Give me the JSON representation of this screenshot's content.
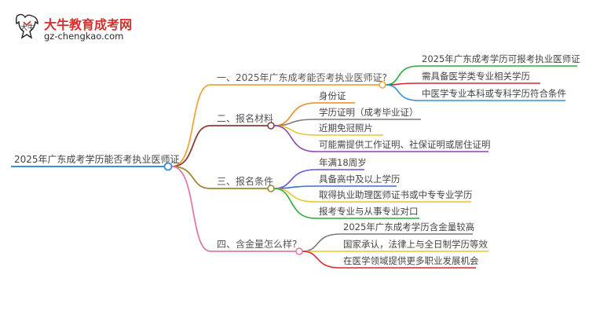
{
  "logo": {
    "title": "大牛教育成考网",
    "url": "gz-chengkao.com",
    "mark": "大牛"
  },
  "root": {
    "label": "2025年广东成考学历能否考执业医师证"
  },
  "branches": [
    {
      "label": "一、2025年广东成考能否考执业医师证?",
      "color": "#f0a53a",
      "leaves": [
        {
          "label": "2025年广东成考学历可报考执业医师证",
          "color": "#2eaa3c"
        },
        {
          "label": "需具备医学类专业相关学历",
          "color": "#d9262b"
        },
        {
          "label": "中医学专业本科或专科学历符合条件",
          "color": "#3a8fd6"
        }
      ]
    },
    {
      "label": "二、报名材料",
      "color": "#8b3b33",
      "leaves": [
        {
          "label": "身份证",
          "color": "#f08a24"
        },
        {
          "label": "学历证明（成考毕业证）",
          "color": "#7a7a7a"
        },
        {
          "label": "近期免冠照片",
          "color": "#e8c62c"
        },
        {
          "label": "可能需提供工作证明、社保证明或居住证明",
          "color": "#8e44ad"
        }
      ]
    },
    {
      "label": "三、报名条件",
      "color": "#9b8a2e",
      "leaves": [
        {
          "label": "年满18周岁",
          "color": "#6c4fd8"
        },
        {
          "label": "具备高中及以上学历",
          "color": "#3a6fd0"
        },
        {
          "label": "取得执业助理医师证书或中专专业学历",
          "color": "#e8c62c"
        },
        {
          "label": "报考专业与从事专业对口",
          "color": "#2eaa3c"
        }
      ]
    },
    {
      "label": "四、含金量怎么样?",
      "color": "#e07aa8",
      "leaves": [
        {
          "label": "2025年广东成考学历含金量较高",
          "color": "#7a7a7a"
        },
        {
          "label": "国家承认，法律上与全日制学历等效",
          "color": "#e8c62c"
        },
        {
          "label": "在医学领域提供更多职业发展机会",
          "color": "#d9262b"
        }
      ]
    }
  ],
  "colors": {
    "root_line": "#3a8fd6"
  }
}
